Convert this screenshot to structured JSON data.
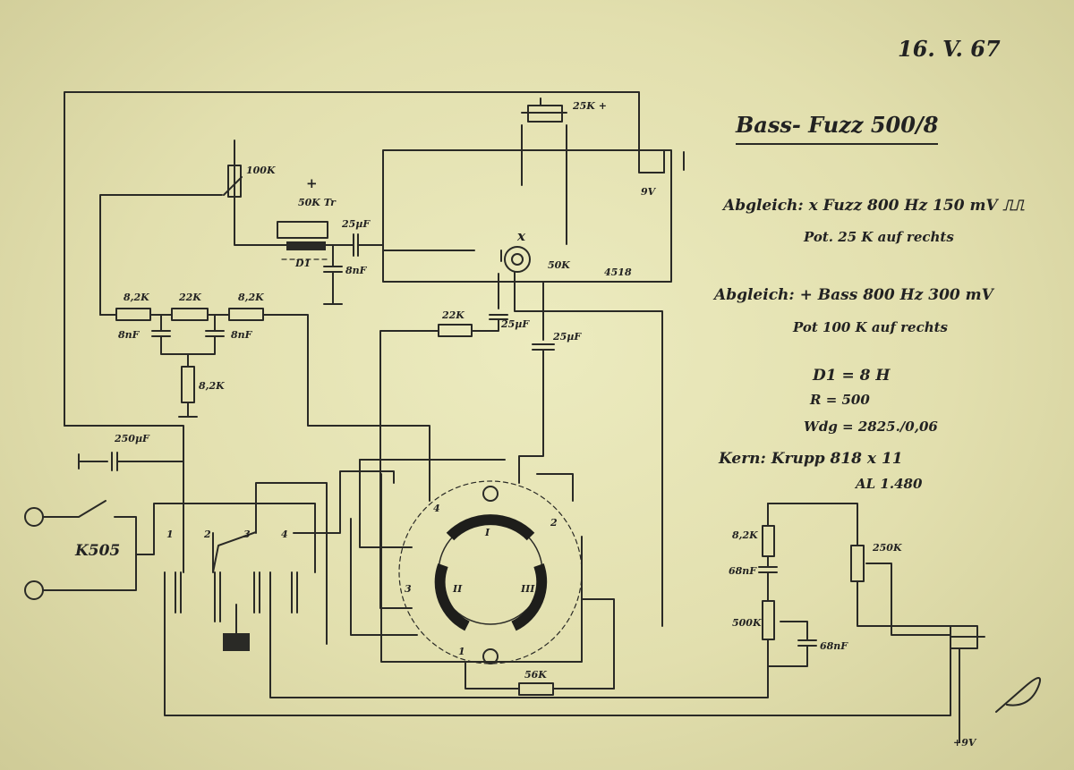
{
  "date": "16. V. 67",
  "title": "Bass- Fuzz 500/8",
  "notes": {
    "abgleich_fuzz_1": "Abgleich: x Fuzz 800 Hz 150 mV ⎍⎍",
    "abgleich_fuzz_2": "Pot. 25 K auf rechts",
    "abgleich_bass_1": "Abgleich: + Bass 800 Hz 300 mV",
    "abgleich_bass_2": "Pot 100 K auf rechts",
    "d1": "D1 = 8 H",
    "r": "R = 500",
    "wdg": "Wdg = 2825./0,06",
    "kern_1": "Kern: Krupp 818 x 11",
    "kern_2": "AL 1.480"
  },
  "labels": {
    "pot_100k": "100K",
    "plus_mark": "+",
    "trim_50k": "50K Tr",
    "d1": "D1",
    "cap_25uf_a": "25µF",
    "cap_8nf": "8nF",
    "pot_25k": "25K +",
    "battery_9v": "9V",
    "x_mark": "x",
    "pot_50k": "50K",
    "ref_4518": "4518",
    "r_82k_a": "8,2K",
    "r_22k": "22K",
    "r_82k_b": "8,2K",
    "c_8nf_a": "8nF",
    "c_8nf_b": "8nF",
    "r_82k_c": "8,2K",
    "r_22k_b": "22K",
    "cap_25uf_b": "25µF",
    "cap_25uf_c": "25µF",
    "cap_250uf": "250µF",
    "switch_k505": "K505",
    "sw_1": "1",
    "sw_2": "2",
    "sw_3": "3",
    "sw_4": "4",
    "rot_1": "1",
    "rot_2": "2",
    "rot_3": "3",
    "rot_4": "4",
    "sec_I": "I",
    "sec_II": "II",
    "sec_III": "III",
    "r_56k": "56K",
    "r_82k_d": "8,2K",
    "c_68nf_a": "68nF",
    "pot_250k": "250K",
    "pot_500k": "500K",
    "c_68nf_b": "68nF",
    "supply": "+9V"
  }
}
